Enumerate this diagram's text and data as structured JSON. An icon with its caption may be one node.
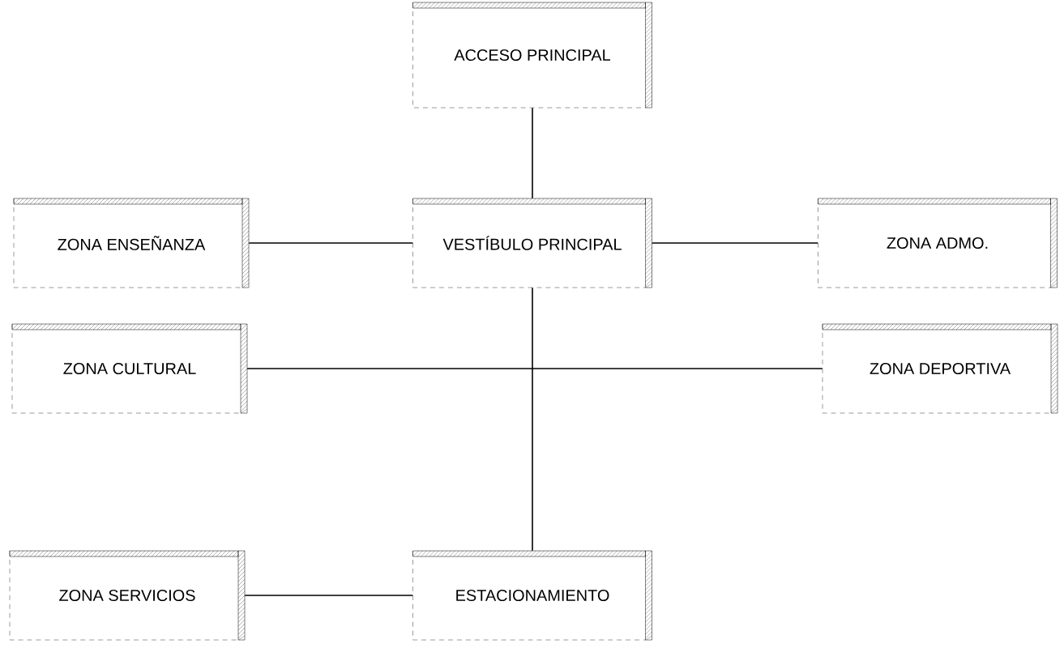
{
  "diagram": {
    "nodes": [
      {
        "text": [
          "ACCESO PRINCIPAL"
        ]
      },
      {
        "text": [
          "ZONA ENSEÑANZA"
        ]
      },
      {
        "text": [
          "VESTÍBULO PRINCIPAL"
        ]
      },
      {
        "text": [
          "ZONA ADMO."
        ]
      },
      {
        "text": [
          "ZONA CULTURAL"
        ]
      },
      {
        "text": [
          "ZONA DEPORTIVA"
        ]
      },
      {
        "text": [
          "ZONA SERVICIOS"
        ]
      },
      {
        "text": [
          "ESTACIONAMIENTO"
        ]
      }
    ],
    "edges": [
      {
        "from": 0,
        "to": 2,
        "arrow": "none"
      },
      {
        "from": 1,
        "to": 2,
        "arrow": "none"
      },
      {
        "from": 2,
        "to": 3,
        "arrow": "none"
      },
      {
        "from": 2,
        "to": 7,
        "arrow": "none"
      },
      {
        "from": 4,
        "to": 5,
        "arrow": "none"
      },
      {
        "from": 7,
        "to": 6,
        "arrow": "none"
      }
    ]
  }
}
